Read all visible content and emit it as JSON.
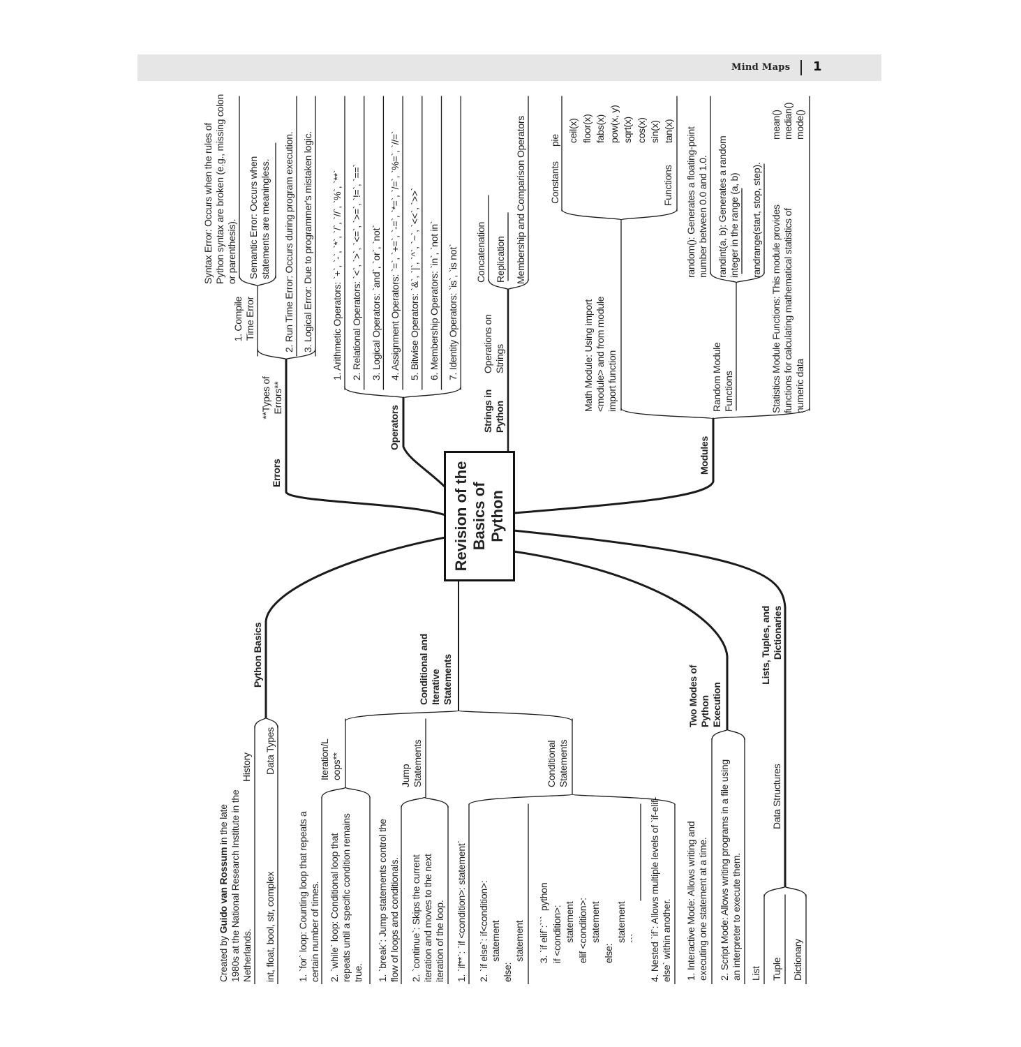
{
  "header": {
    "section": "Mind Maps",
    "page": "1"
  },
  "root": "Revision of the Basics of Python",
  "errors": {
    "label": "Errors",
    "types": "**Types of Errors**",
    "compile": "1. Compile Time Error",
    "syntax": "Syntax Error: Occurs when the rules of Python syntax are broken (e.g., missing colon or parenthesis).",
    "semantic": "Semantic Error: Occurs when statements are meaningless.",
    "runtime": "2. Run Time Error: Occurs during program execution.",
    "logical": "3. Logical Error: Due to programmer's mistaken logic."
  },
  "operators": {
    "label": "Operators",
    "items": [
      "1. Arithmetic Operators: `+`, `-`, `*`, `/`, `//`, `%`, `**`",
      "2. Relational Operators: `<`, `>`, `<=`, `>=`, `!=`, `==`",
      "3. Logical Operators: `and`, `or`, `not`",
      "4. Assignment Operators: `=`, `+=`, `-=`, `*=`, `/=`, `%=`, `//=`",
      "5. Bitwise Operators: `&`, `|`, `^`, `~`, `<<`, `>>`",
      "6. Membership Operators: `in`, `not in`",
      "7. Identity Operators: `is`, `is not`"
    ]
  },
  "strings": {
    "label": "Strings in Python",
    "operations": "Operations on Strings",
    "items": [
      "Concatenation",
      "Replication",
      "Membership and Comparison Operators"
    ]
  },
  "modules": {
    "label": "Modules",
    "math": "Math Module: Using import <module> and from module import function",
    "constants": "Constants",
    "pie": "pie",
    "functions": "Functions",
    "function_list": [
      "ceil(x)",
      "floor(x)",
      "fabs(x)",
      "pow(x, y)",
      "sqrt(x)",
      "cos(x)",
      "sin(x)",
      "tan(x)"
    ],
    "random_label": "Random Module Functions",
    "random_items": [
      "random(): Generates a floating-point number between 0.0 and 1.0.",
      "randint(a, b): Generates a random integer in the range (a, b)",
      "randrange(start, stop, step)."
    ],
    "statistics": "Statistics Module Functions: This module provides functions for calculating mathematical statistics of numeric data",
    "stats_functions": [
      "mean()",
      "median()",
      "mode()"
    ]
  },
  "basics": {
    "label": "Python Basics",
    "history": "History",
    "history_pre": "Created by ",
    "history_name": "Guido van Rossum",
    "history_post": " in the late 1980s at the National Research Institute in the Netherlands.",
    "data_types": "Data Types",
    "data_types_text": "int, float, bool, str, complex"
  },
  "conditional": {
    "label": "Conditional and Iterative Statements",
    "iteration": "Iteration/Loops**",
    "loops": [
      "1. `for` loop: Counting loop that repeats a certain number of times.",
      "2. `while` loop: Conditional loop that repeats until a specific condition remains true."
    ],
    "jump_label": "Jump Statements",
    "jump": [
      "1. `break`: Jump statements control the flow of loops and conditionals.",
      "2. `continue`: Skips the current iteration and moves to the next iteration of the loop."
    ],
    "cond_label": "Conditional Statements",
    "cond": [
      "1. `if**`: `if <condition>: statement`",
      "2. `if else`: if<condition>:\n        statement\nelse:\n        statement",
      "3. `if elif`:```  python\nif <condition>:\n        statement\nelif <condition>:\n        statement\nelse:\n        statement\n        ```",
      "4. Nested `if`: Allows multiple levels of `if-elif-else` within another."
    ]
  },
  "modes": {
    "label": "Two Modes of Python Execution",
    "items": [
      "1. Interactive Mode: Allows writing and executing one statement at a time.",
      "2. Script Mode: Allows writing programs in a file using an interpreter to execute them."
    ]
  },
  "lists": {
    "label": "Lists, Tuples, and Dictionaries",
    "data_structures": "Data Structures",
    "items": [
      "List",
      "Tuple",
      "Dictionary"
    ]
  }
}
